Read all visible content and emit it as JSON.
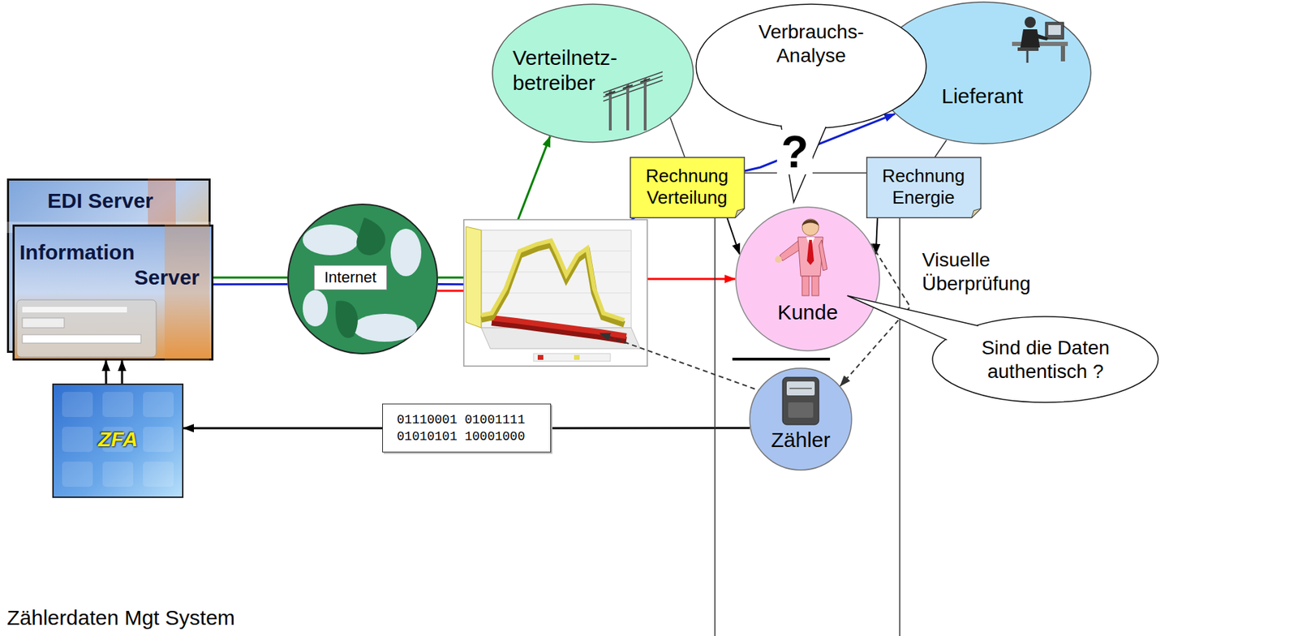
{
  "diagram": {
    "nodes": [
      {
        "text": [
          "EDI Server"
        ]
      },
      {
        "text": [
          "Information Server"
        ]
      },
      {
        "text": [
          "ZFA",
          "Zählerdaten Mgt System"
        ]
      },
      {
        "text": [
          "Internet"
        ]
      },
      {
        "text": [
          "Verteilnetz- betreiber"
        ]
      },
      {
        "text": [
          "Lieferant"
        ]
      },
      {
        "text": [
          "Verbrauchs- Analyse"
        ]
      },
      {
        "text": [
          "Rechnung Verteilung"
        ]
      },
      {
        "text": [
          "Rechnung Energie"
        ]
      },
      {
        "text": [
          "Kunde"
        ]
      },
      {
        "text": [
          "Sind die Daten authentisch ?"
        ]
      },
      {
        "text": [
          "Zähler"
        ]
      }
    ],
    "edges": [
      {
        "from": 2,
        "to": 1,
        "arrow": "to"
      },
      {
        "from": 2,
        "to": 1,
        "arrow": "to"
      },
      {
        "from": 1,
        "to": 3,
        "arrow": "none"
      },
      {
        "from": 1,
        "to": 3,
        "arrow": "none"
      },
      {
        "from": 3,
        "to": 4,
        "arrow": "to"
      },
      {
        "from": 3,
        "to": 5,
        "arrow": "to"
      },
      {
        "from": 3,
        "to": 9,
        "arrow": "to"
      },
      {
        "from": 11,
        "to": 2,
        "label": "01110001 01001111 01010101 10001000",
        "arrow": "to"
      },
      {
        "from": 7,
        "to": 9,
        "arrow": "to"
      },
      {
        "from": 8,
        "to": 9,
        "arrow": "to"
      },
      {
        "from": 9,
        "to": 11,
        "arrow": "to"
      }
    ],
    "labels": [
      "?",
      "Visuelle Überprüfung"
    ]
  }
}
